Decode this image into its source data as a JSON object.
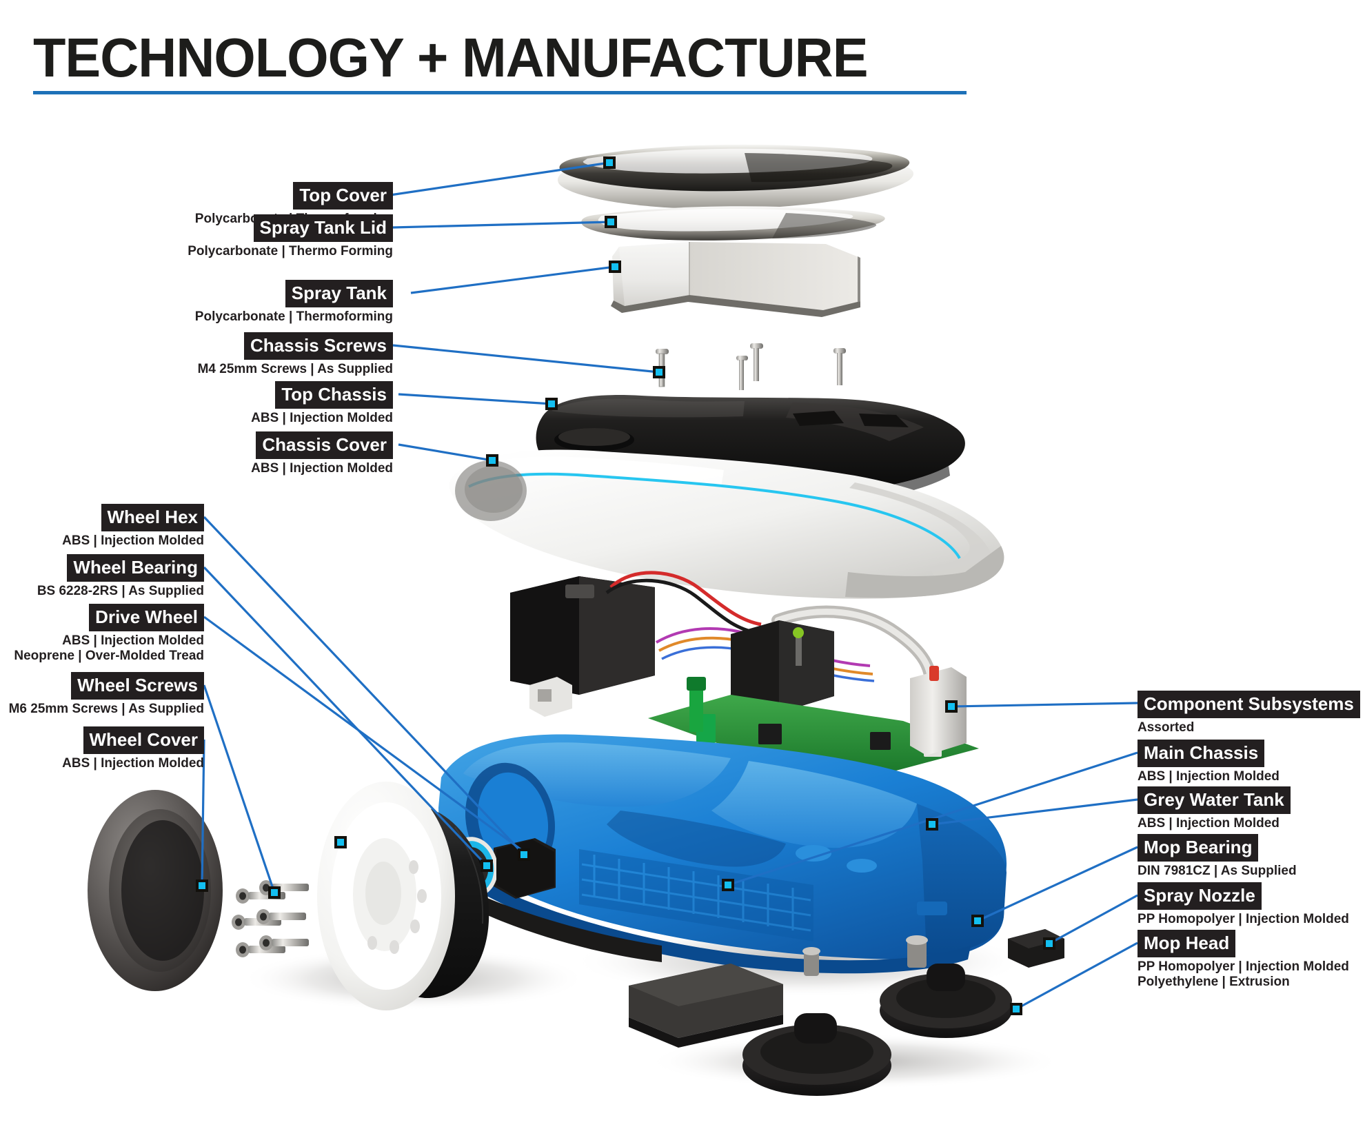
{
  "header": {
    "title": "TECHNOLOGY + MANUFACTURE",
    "rule_color": "#1d71b8"
  },
  "colors": {
    "leader_line": "#1f6fc4",
    "node_marker": "#13bff0",
    "tag_background": "#231f20",
    "tag_text": "#ffffff",
    "chassis_blue": "#1a7fd4",
    "accent_cyan": "#27c6f0"
  },
  "callouts": {
    "left_upper": [
      {
        "name": "Top Cover",
        "specs": [
          "Polycarbonate | Thermoforming"
        ]
      },
      {
        "name": "Spray Tank Lid",
        "specs": [
          "Polycarbonate | Thermo Forming"
        ]
      },
      {
        "name": "Spray Tank",
        "specs": [
          "Polycarbonate | Thermoforming"
        ]
      },
      {
        "name": "Chassis Screws",
        "specs": [
          "M4 25mm Screws | As Supplied"
        ]
      },
      {
        "name": "Top Chassis",
        "specs": [
          "ABS | Injection Molded"
        ]
      },
      {
        "name": "Chassis Cover",
        "specs": [
          "ABS | Injection Molded"
        ]
      }
    ],
    "left_lower": [
      {
        "name": "Wheel Hex",
        "specs": [
          "ABS | Injection Molded"
        ]
      },
      {
        "name": "Wheel Bearing",
        "specs": [
          "BS 6228-2RS | As Supplied"
        ]
      },
      {
        "name": "Drive Wheel",
        "specs": [
          "ABS | Injection Molded",
          "Neoprene | Over-Molded Tread"
        ]
      },
      {
        "name": "Wheel Screws",
        "specs": [
          "M6 25mm Screws | As Supplied"
        ]
      },
      {
        "name": "Wheel Cover",
        "specs": [
          "ABS | Injection Molded"
        ]
      }
    ],
    "right": [
      {
        "name": "Component Subsystems",
        "specs": [
          "Assorted"
        ]
      },
      {
        "name": "Main Chassis",
        "specs": [
          "ABS | Injection Molded"
        ]
      },
      {
        "name": "Grey Water Tank",
        "specs": [
          "ABS | Injection Molded"
        ]
      },
      {
        "name": "Mop Bearing",
        "specs": [
          "DIN 7981CZ | As Supplied"
        ]
      },
      {
        "name": "Spray Nozzle",
        "specs": [
          "PP Homopolyer | Injection Molded"
        ]
      },
      {
        "name": "Mop Head",
        "specs": [
          "PP Homopolyer | Injection Molded",
          "Polyethylene | Extrusion"
        ]
      }
    ]
  }
}
